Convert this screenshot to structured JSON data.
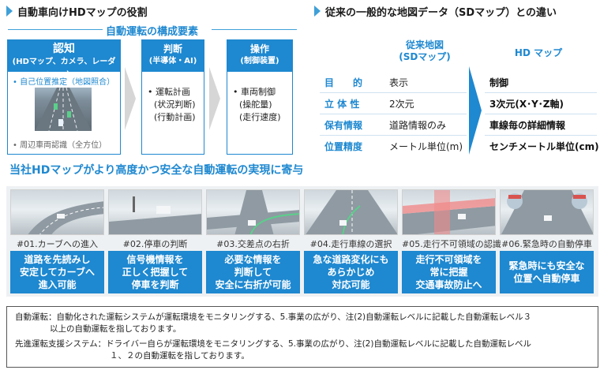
{
  "left_title": "自動車向けHDマップの役割",
  "right_title": "従来の一般的な地図データ（SDマップ）との違い",
  "section_subtitle": "自動運転の構成要素",
  "perception": {
    "title": "認知",
    "subtitle": "(HDマップ、カメラ、レーダー)",
    "item1": "• 自己位置推定（地図照合）",
    "item2": "• 周辺車両認識（全方位）"
  },
  "judgment": {
    "title": "判断",
    "subtitle": "(半導体・AI)",
    "item_line1": "• 運転計画",
    "item_line2": "(状況判断)",
    "item_line3": "(行動計画)"
  },
  "operation": {
    "title": "操作",
    "subtitle": "(制御装置)",
    "item_line1": "• 車両制御",
    "item_line2": "(操舵量)",
    "item_line3": "(走行速度)"
  },
  "compare": {
    "sd_header_line1": "従来地図",
    "sd_header_line2": "(SDマップ)",
    "hd_header": "HD マップ",
    "rows": [
      {
        "label": "目　　的",
        "sd": "表示",
        "hd": "制御"
      },
      {
        "label": "立 体 性",
        "sd": "2次元",
        "hd": "3次元(X･Y･Z軸)"
      },
      {
        "label": "保有情報",
        "sd": "道路情報のみ",
        "hd": "車線毎の詳細情報"
      },
      {
        "label": "位置精度",
        "sd": "メートル単位(m)",
        "hd": "センチメートル単位(cm)"
      }
    ]
  },
  "tagline": "当社HDマップがより高度かつ安全な自動運転の実現に寄与",
  "cases": [
    {
      "caption": "#01.カーブへの進入",
      "text": "道路を先読みし\n安定してカーブへ\n進入可能"
    },
    {
      "caption": "#02.停車の判断",
      "text": "信号機情報を\n正しく把握して\n停車を判断"
    },
    {
      "caption": "#03.交差点の右折",
      "text": "必要な情報を\n判断して\n安全に右折が可能"
    },
    {
      "caption": "#04.走行車線の選択",
      "text": "急な道路変化にも\nあらかじめ\n対応可能"
    },
    {
      "caption": "#05.走行不可領域の認識",
      "text": "走行不可領域を\n常に把握\n交通事故防止へ"
    },
    {
      "caption": "#06.緊急時の自動停車",
      "text": "緊急時にも安全な\n位置へ自動停車"
    }
  ],
  "notes": {
    "line1": "自動運転：自動化された運転システムが運転環境をモニタリングする、5.事業の広がり、注(2)自動運転レベルに記載した自動運転レベル３",
    "line2": "以上の自動運転を指しております。",
    "line3": "先進運転支援システム：ドライバー自らが運転環境をモニタリングする、5.事業の広がり、注(2)自動運転レベルに記載した自動運転レベル",
    "line4": "１、２の自動運転を指しております。"
  }
}
